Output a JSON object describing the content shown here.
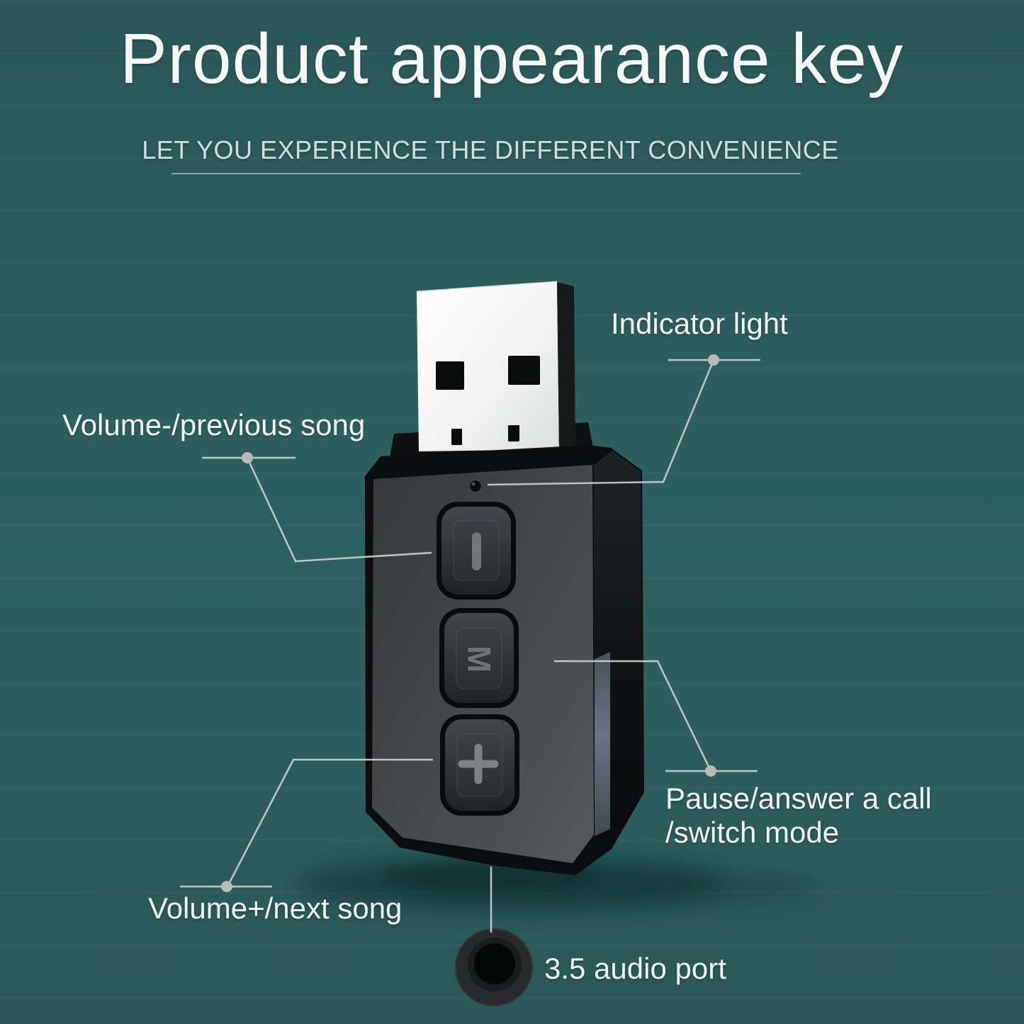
{
  "title": "Product appearance key",
  "subtitle": "LET YOU EXPERIENCE THE DIFFERENT CONVENIENCE",
  "callouts": {
    "indicator": "Indicator light",
    "volume_down": "Volume-/previous song",
    "pause_line1": "Pause/answer a call",
    "pause_line2": "/switch mode",
    "volume_up": "Volume+/next song",
    "audio_port": "3.5 audio port"
  },
  "device": {
    "mode_button_glyph": "M",
    "icons": [
      "usb-plug-icon",
      "indicator-led-icon",
      "volume-down-button",
      "mode-button",
      "volume-up-button",
      "audio-jack-icon"
    ]
  },
  "colors": {
    "background": "#2d5c5c",
    "heading_text": "#f5f8f7",
    "label_text": "#f0f5f3",
    "subtitle_text": "#cfe0dc",
    "callout_line": "#c7d2cf",
    "device_face": "#43474b",
    "device_side": "#141618",
    "accent_strip": "#5f6b78",
    "usb_metal": "#f2f3f3"
  }
}
